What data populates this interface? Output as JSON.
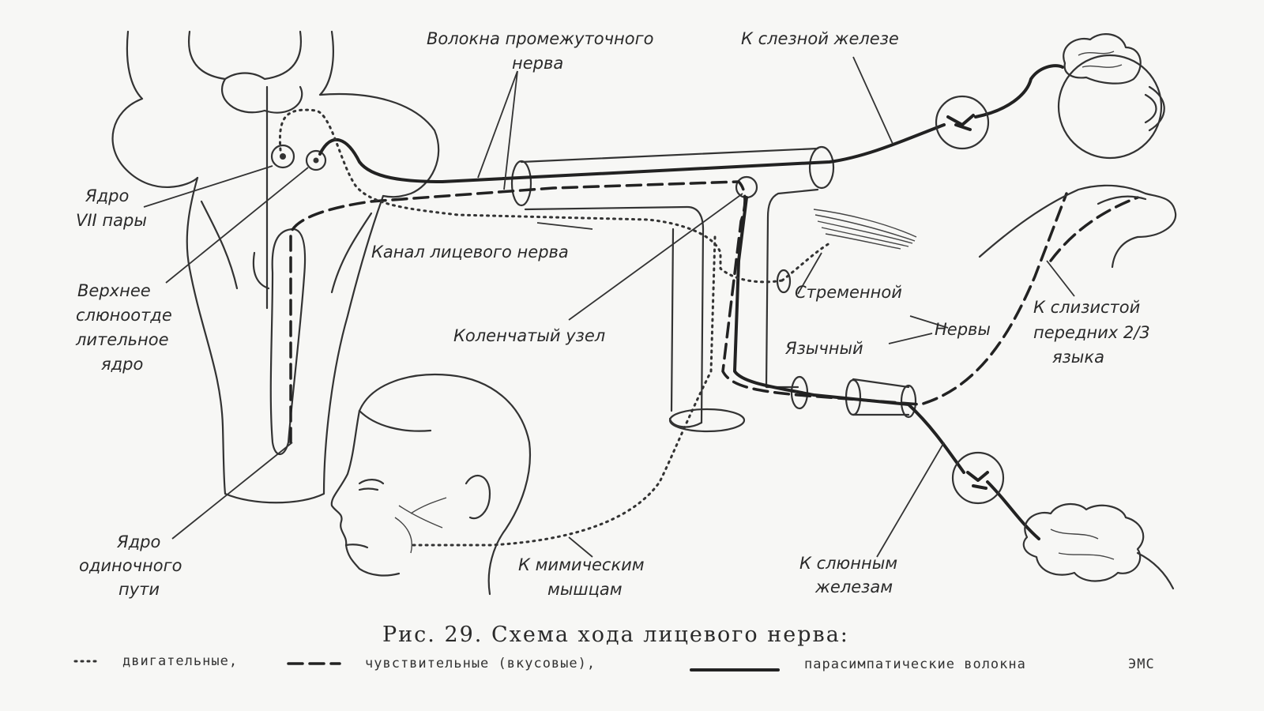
{
  "labels": {
    "intermediate_fibers": [
      "Волокна промежуточного",
      "нерва"
    ],
    "lacrimal": "К слезной железе",
    "nucleus_vii": [
      "Ядро",
      "VII пары"
    ],
    "salivatory": [
      "Верхнее",
      "слюноотде",
      "лительное",
      "ядро"
    ],
    "canal": "Канал лицевого нерва",
    "stapedial": "Стременной",
    "nerves": "Нервы",
    "lingual": "Язычный",
    "mucosa": [
      "К слизистой",
      "передних 2/3",
      "языка"
    ],
    "geniculate": "Коленчатый узел",
    "solitary": [
      "Ядро",
      "одиночного",
      "пути"
    ],
    "mimic": [
      "К мимическим",
      "мышцам"
    ],
    "salivary_glands": [
      "К слюнным",
      "железам"
    ]
  },
  "caption": "Рис. 29. Схема хода лицевого нерва:",
  "legend": {
    "motor": "двигательные,",
    "sensory": "чувствительные (вкусовые),",
    "parasympathetic": "парасимпатические волокна",
    "credit": "ЭМС"
  }
}
